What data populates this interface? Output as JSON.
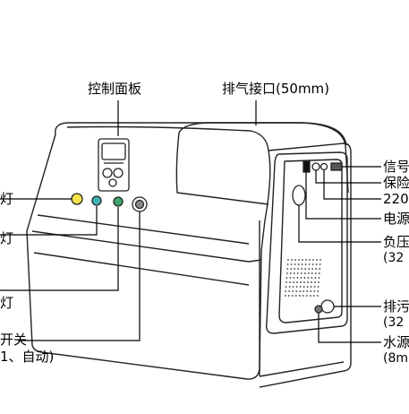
{
  "labels": {
    "control_panel": "控制面板",
    "exhaust_port": "排气接口(50mm)",
    "left_lamp_1": "灯",
    "left_lamp_2": "灯",
    "left_lamp_3": "灯",
    "switch_line1": "开关",
    "switch_line2": "1、自动)",
    "signal": "信号",
    "fuse": "保险",
    "v220": "220",
    "power": "电源",
    "negative_pressure": "负压",
    "negative_pressure_sub": "(32",
    "drain": "排污",
    "drain_sub": "(32",
    "water_source": "水源",
    "water_source_sub": "(8m"
  }
}
